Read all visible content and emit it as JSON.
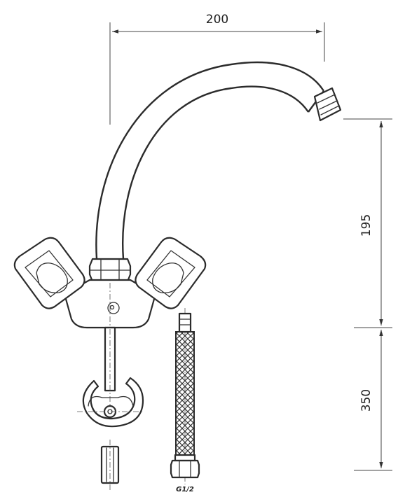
{
  "dimensions": {
    "spout_reach": "200",
    "spout_height": "195",
    "base_height": "350"
  },
  "hose": {
    "thread_label": "G1/2"
  }
}
